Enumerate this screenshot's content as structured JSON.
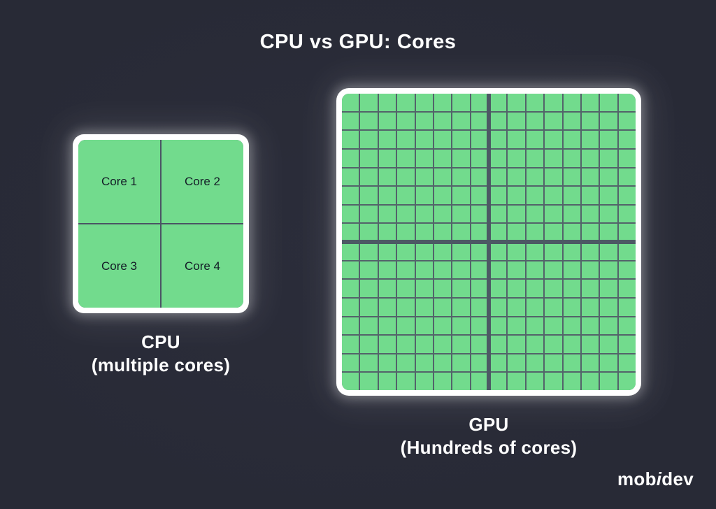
{
  "title": "CPU vs GPU: Cores",
  "cpu": {
    "label": "CPU",
    "sublabel": "(multiple cores)",
    "grid": {
      "rows": 2,
      "cols": 2
    },
    "cores": [
      "Core 1",
      "Core 2",
      "Core 3",
      "Core 4"
    ]
  },
  "gpu": {
    "label": "GPU",
    "sublabel": "(Hundreds of cores)",
    "grid": {
      "rows": 16,
      "cols": 16
    }
  },
  "logo": {
    "prefix": "mob",
    "accent": "i",
    "suffix": "dev"
  },
  "colors": {
    "bg": "#282a36",
    "bg_light": "#2b2d3a",
    "text_light": "#ffffff",
    "chip_border": "#ffffff",
    "core_green": "#72db8d",
    "core_text": "#131c26",
    "cpu_line": "#4a5464",
    "gpu_line": "#53636a",
    "gpu_thick_line": "#4c5964"
  }
}
